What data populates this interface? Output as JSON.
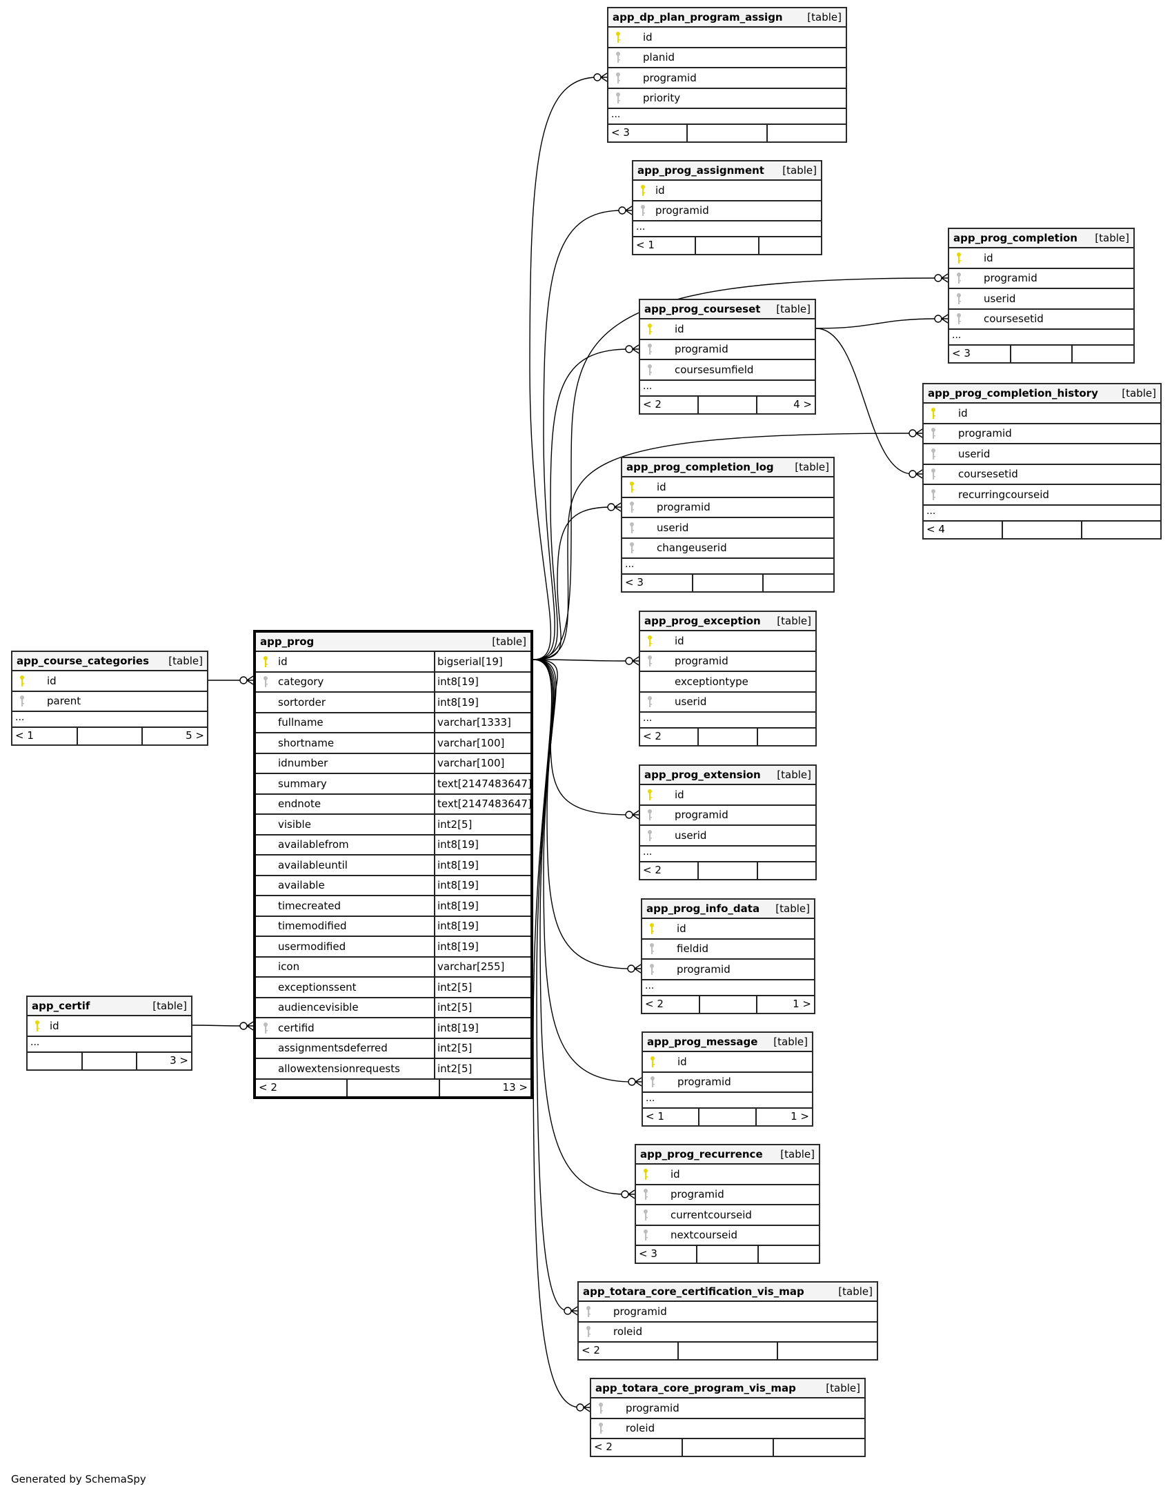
{
  "footer": "Generated by SchemaSpy",
  "colors": {
    "primary_key": "#e6d800",
    "foreign_key": "#bdbdbd",
    "header_bg": "#f4f4f4"
  },
  "focus_table": {
    "name": "app_prog",
    "type": "[table]",
    "columns": [
      {
        "name": "id",
        "type": "bigserial[19]",
        "key": "pk"
      },
      {
        "name": "category",
        "type": "int8[19]",
        "key": "fk"
      },
      {
        "name": "sortorder",
        "type": "int8[19]",
        "key": ""
      },
      {
        "name": "fullname",
        "type": "varchar[1333]",
        "key": ""
      },
      {
        "name": "shortname",
        "type": "varchar[100]",
        "key": ""
      },
      {
        "name": "idnumber",
        "type": "varchar[100]",
        "key": ""
      },
      {
        "name": "summary",
        "type": "text[2147483647]",
        "key": ""
      },
      {
        "name": "endnote",
        "type": "text[2147483647]",
        "key": ""
      },
      {
        "name": "visible",
        "type": "int2[5]",
        "key": ""
      },
      {
        "name": "availablefrom",
        "type": "int8[19]",
        "key": ""
      },
      {
        "name": "availableuntil",
        "type": "int8[19]",
        "key": ""
      },
      {
        "name": "available",
        "type": "int8[19]",
        "key": ""
      },
      {
        "name": "timecreated",
        "type": "int8[19]",
        "key": ""
      },
      {
        "name": "timemodified",
        "type": "int8[19]",
        "key": ""
      },
      {
        "name": "usermodified",
        "type": "int8[19]",
        "key": ""
      },
      {
        "name": "icon",
        "type": "varchar[255]",
        "key": ""
      },
      {
        "name": "exceptionssent",
        "type": "int2[5]",
        "key": ""
      },
      {
        "name": "audiencevisible",
        "type": "int2[5]",
        "key": ""
      },
      {
        "name": "certifid",
        "type": "int8[19]",
        "key": "fk"
      },
      {
        "name": "assignmentsdeferred",
        "type": "int2[5]",
        "key": ""
      },
      {
        "name": "allowextensionrequests",
        "type": "int2[5]",
        "key": ""
      }
    ],
    "footer": [
      "< 2",
      "",
      "13 >"
    ]
  },
  "tables": [
    {
      "name": "app_course_categories",
      "type": "[table]",
      "columns": [
        {
          "name": "id",
          "key": "pk"
        },
        {
          "name": "parent",
          "key": "fk"
        }
      ],
      "ellipsis": "...",
      "footer": [
        "< 1",
        "",
        "5 >"
      ]
    },
    {
      "name": "app_certif",
      "type": "[table]",
      "columns": [
        {
          "name": "id",
          "key": "pk"
        }
      ],
      "ellipsis": "...",
      "footer": [
        "",
        "",
        "3 >"
      ]
    },
    {
      "name": "app_dp_plan_program_assign",
      "type": "[table]",
      "columns": [
        {
          "name": "id",
          "key": "pk"
        },
        {
          "name": "planid",
          "key": "fk"
        },
        {
          "name": "programid",
          "key": "fk"
        },
        {
          "name": "priority",
          "key": "fk"
        }
      ],
      "ellipsis": "...",
      "footer": [
        "< 3",
        "",
        ""
      ]
    },
    {
      "name": "app_prog_assignment",
      "type": "[table]",
      "columns": [
        {
          "name": "id",
          "key": "pk"
        },
        {
          "name": "programid",
          "key": "fk"
        }
      ],
      "ellipsis": "...",
      "footer": [
        "< 1",
        "",
        ""
      ]
    },
    {
      "name": "app_prog_completion",
      "type": "[table]",
      "columns": [
        {
          "name": "id",
          "key": "pk"
        },
        {
          "name": "programid",
          "key": "fk"
        },
        {
          "name": "userid",
          "key": "fk"
        },
        {
          "name": "coursesetid",
          "key": "fk"
        }
      ],
      "ellipsis": "...",
      "footer": [
        "< 3",
        "",
        ""
      ]
    },
    {
      "name": "app_prog_courseset",
      "type": "[table]",
      "columns": [
        {
          "name": "id",
          "key": "pk"
        },
        {
          "name": "programid",
          "key": "fk"
        },
        {
          "name": "coursesumfield",
          "key": "fk"
        }
      ],
      "ellipsis": "...",
      "footer": [
        "< 2",
        "",
        "4 >"
      ]
    },
    {
      "name": "app_prog_completion_history",
      "type": "[table]",
      "columns": [
        {
          "name": "id",
          "key": "pk"
        },
        {
          "name": "programid",
          "key": "fk"
        },
        {
          "name": "userid",
          "key": "fk"
        },
        {
          "name": "coursesetid",
          "key": "fk"
        },
        {
          "name": "recurringcourseid",
          "key": "fk"
        }
      ],
      "ellipsis": "...",
      "footer": [
        "< 4",
        "",
        ""
      ]
    },
    {
      "name": "app_prog_completion_log",
      "type": "[table]",
      "columns": [
        {
          "name": "id",
          "key": "pk"
        },
        {
          "name": "programid",
          "key": "fk"
        },
        {
          "name": "userid",
          "key": "fk"
        },
        {
          "name": "changeuserid",
          "key": "fk"
        }
      ],
      "ellipsis": "...",
      "footer": [
        "< 3",
        "",
        ""
      ]
    },
    {
      "name": "app_prog_exception",
      "type": "[table]",
      "columns": [
        {
          "name": "id",
          "key": "pk"
        },
        {
          "name": "programid",
          "key": "fk"
        },
        {
          "name": "exceptiontype",
          "key": ""
        },
        {
          "name": "userid",
          "key": "fk"
        }
      ],
      "ellipsis": "...",
      "footer": [
        "< 2",
        "",
        ""
      ]
    },
    {
      "name": "app_prog_extension",
      "type": "[table]",
      "columns": [
        {
          "name": "id",
          "key": "pk"
        },
        {
          "name": "programid",
          "key": "fk"
        },
        {
          "name": "userid",
          "key": "fk"
        }
      ],
      "ellipsis": "...",
      "footer": [
        "< 2",
        "",
        ""
      ]
    },
    {
      "name": "app_prog_info_data",
      "type": "[table]",
      "columns": [
        {
          "name": "id",
          "key": "pk"
        },
        {
          "name": "fieldid",
          "key": "fk"
        },
        {
          "name": "programid",
          "key": "fk"
        }
      ],
      "ellipsis": "...",
      "footer": [
        "< 2",
        "",
        "1 >"
      ]
    },
    {
      "name": "app_prog_message",
      "type": "[table]",
      "columns": [
        {
          "name": "id",
          "key": "pk"
        },
        {
          "name": "programid",
          "key": "fk"
        }
      ],
      "ellipsis": "...",
      "footer": [
        "< 1",
        "",
        "1 >"
      ]
    },
    {
      "name": "app_prog_recurrence",
      "type": "[table]",
      "columns": [
        {
          "name": "id",
          "key": "pk"
        },
        {
          "name": "programid",
          "key": "fk"
        },
        {
          "name": "currentcourseid",
          "key": "fk"
        },
        {
          "name": "nextcourseid",
          "key": "fk"
        }
      ],
      "ellipsis": null,
      "footer": [
        "< 3",
        "",
        ""
      ]
    },
    {
      "name": "app_totara_core_certification_vis_map",
      "type": "[table]",
      "columns": [
        {
          "name": "programid",
          "key": "fk"
        },
        {
          "name": "roleid",
          "key": "fk"
        }
      ],
      "ellipsis": null,
      "footer": [
        "< 2",
        "",
        ""
      ]
    },
    {
      "name": "app_totara_core_program_vis_map",
      "type": "[table]",
      "columns": [
        {
          "name": "programid",
          "key": "fk"
        },
        {
          "name": "roleid",
          "key": "fk"
        }
      ],
      "ellipsis": null,
      "footer": [
        "< 2",
        "",
        ""
      ]
    }
  ],
  "relationships": [
    {
      "from": "app_course_categories.id",
      "to": "app_prog.category"
    },
    {
      "from": "app_certif.id",
      "to": "app_prog.certifid"
    },
    {
      "from": "app_prog.id",
      "to": "app_dp_plan_program_assign.programid"
    },
    {
      "from": "app_prog.id",
      "to": "app_prog_assignment.programid"
    },
    {
      "from": "app_prog.id",
      "to": "app_prog_completion.programid"
    },
    {
      "from": "app_prog.id",
      "to": "app_prog_courseset.programid"
    },
    {
      "from": "app_prog.id",
      "to": "app_prog_completion_history.programid"
    },
    {
      "from": "app_prog.id",
      "to": "app_prog_completion_log.programid"
    },
    {
      "from": "app_prog.id",
      "to": "app_prog_exception.programid"
    },
    {
      "from": "app_prog.id",
      "to": "app_prog_extension.programid"
    },
    {
      "from": "app_prog.id",
      "to": "app_prog_info_data.programid"
    },
    {
      "from": "app_prog.id",
      "to": "app_prog_message.programid"
    },
    {
      "from": "app_prog.id",
      "to": "app_prog_recurrence.programid"
    },
    {
      "from": "app_prog.id",
      "to": "app_totara_core_certification_vis_map.programid"
    },
    {
      "from": "app_prog.id",
      "to": "app_totara_core_program_vis_map.programid"
    },
    {
      "from": "app_prog_courseset.id",
      "to": "app_prog_completion.coursesetid"
    },
    {
      "from": "app_prog_courseset.id",
      "to": "app_prog_completion_history.coursesetid"
    }
  ]
}
